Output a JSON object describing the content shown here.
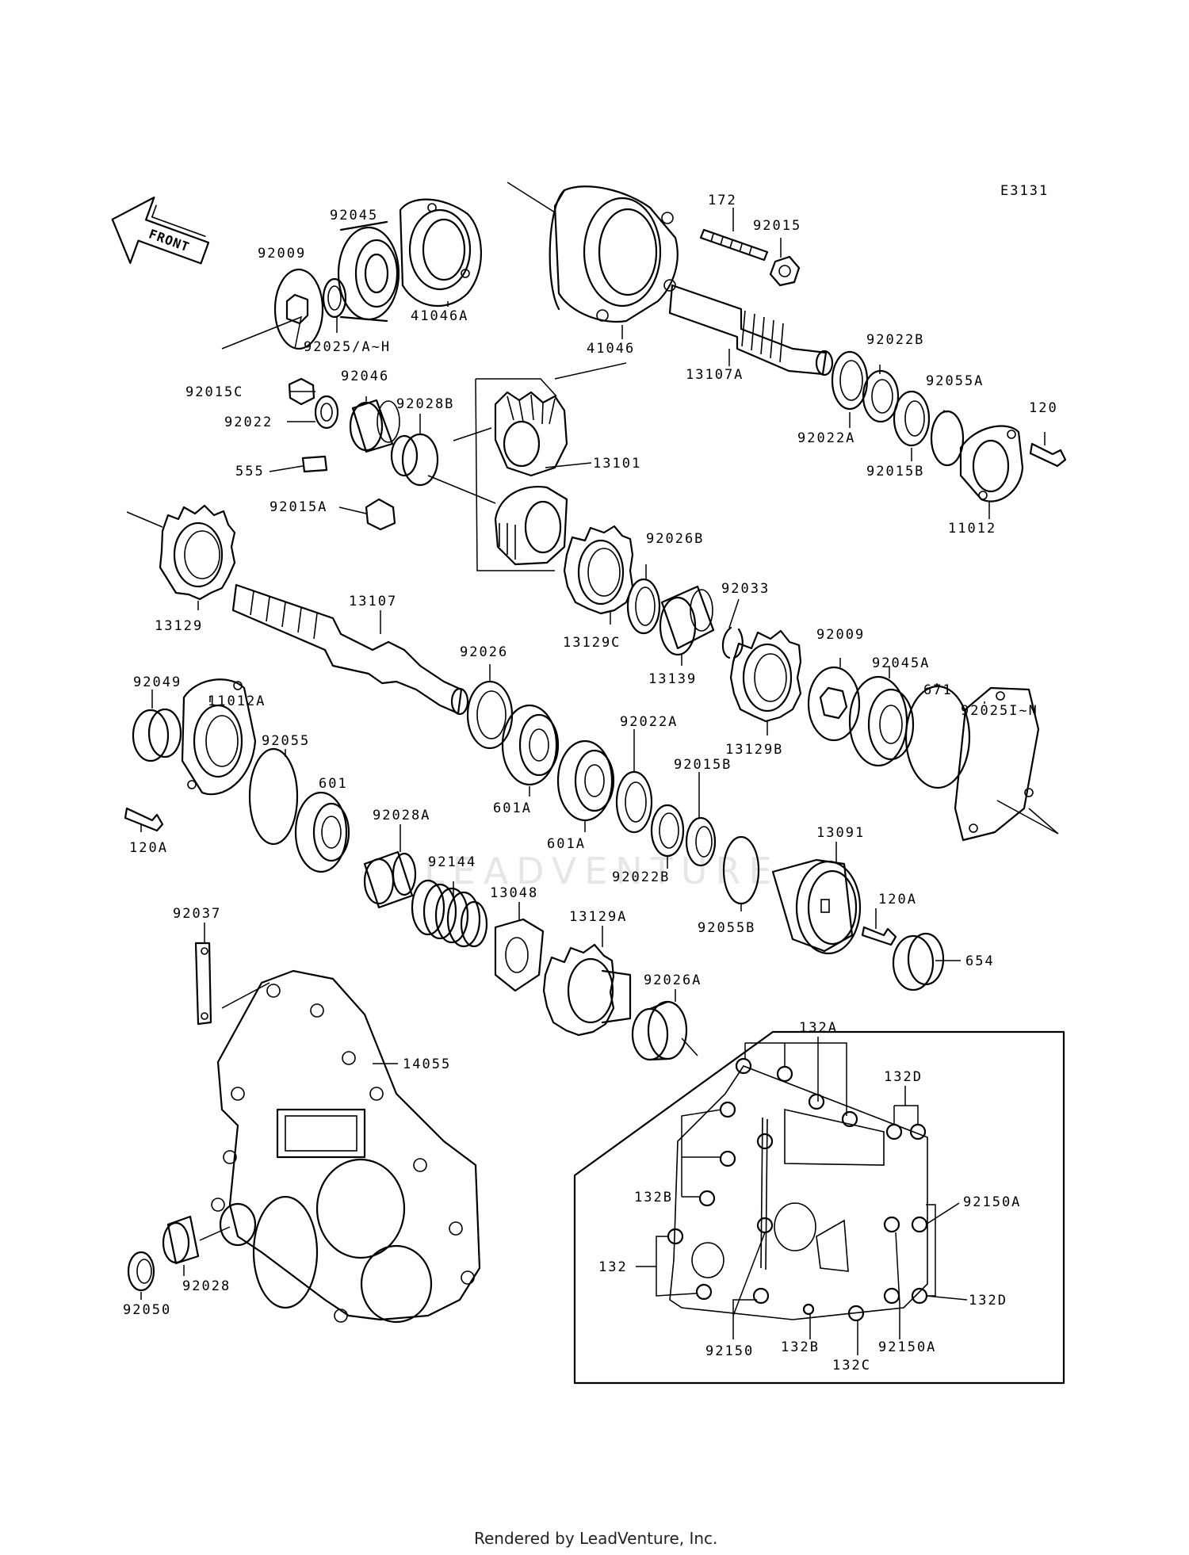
{
  "diagram_code": "E3131",
  "front_arrow_label": "FRONT",
  "watermark_text": "LEADVENTURE",
  "footer_text": "Rendered by LeadVenture, Inc.",
  "callouts": {
    "c92045": "92045",
    "c92009": "92009",
    "c41046A": "41046A",
    "c92025AH": "92025/A~H",
    "c41046": "41046",
    "c172": "172",
    "c92015": "92015",
    "c13107A": "13107A",
    "c92022B_top": "92022B",
    "c92055A": "92055A",
    "c120": "120",
    "c92022A_top": "92022A",
    "c92015B_top": "92015B",
    "c11012": "11012",
    "c92015C": "92015C",
    "c92046": "92046",
    "c92028B": "92028B",
    "c92022": "92022",
    "c555": "555",
    "c92015A": "92015A",
    "c13101": "13101",
    "c13129": "13129",
    "c13107": "13107",
    "c92026B": "92026B",
    "c13129C": "13129C",
    "c92033": "92033",
    "c13139": "13139",
    "c92009_b": "92009",
    "c92045A": "92045A",
    "c671": "671",
    "c92025IN": "92025I~N",
    "c13129B": "13129B",
    "c92026": "92026",
    "c92049": "92049",
    "c11012A": "11012A",
    "c92055": "92055",
    "c601": "601",
    "c92022A_mid": "92022A",
    "c92015B_mid": "92015B",
    "c601A_1": "601A",
    "c601A_2": "601A",
    "c92028A": "92028A",
    "c92022B_mid": "92022B",
    "c13091": "13091",
    "c120A_left": "120A",
    "c92144": "92144",
    "c13048": "13048",
    "c92037": "92037",
    "c13129A": "13129A",
    "c92055B": "92055B",
    "c120A_right": "120A",
    "c654": "654",
    "c92026A": "92026A",
    "c14055": "14055",
    "c92028": "92028",
    "c92050": "92050",
    "c132A": "132A",
    "c132D_top": "132D",
    "c132B_left": "132B",
    "c92150A_top": "92150A",
    "c132": "132",
    "c132D_right": "132D",
    "c92150": "92150",
    "c132B_bottom": "132B",
    "c132C": "132C",
    "c92150A_bottom": "92150A"
  }
}
